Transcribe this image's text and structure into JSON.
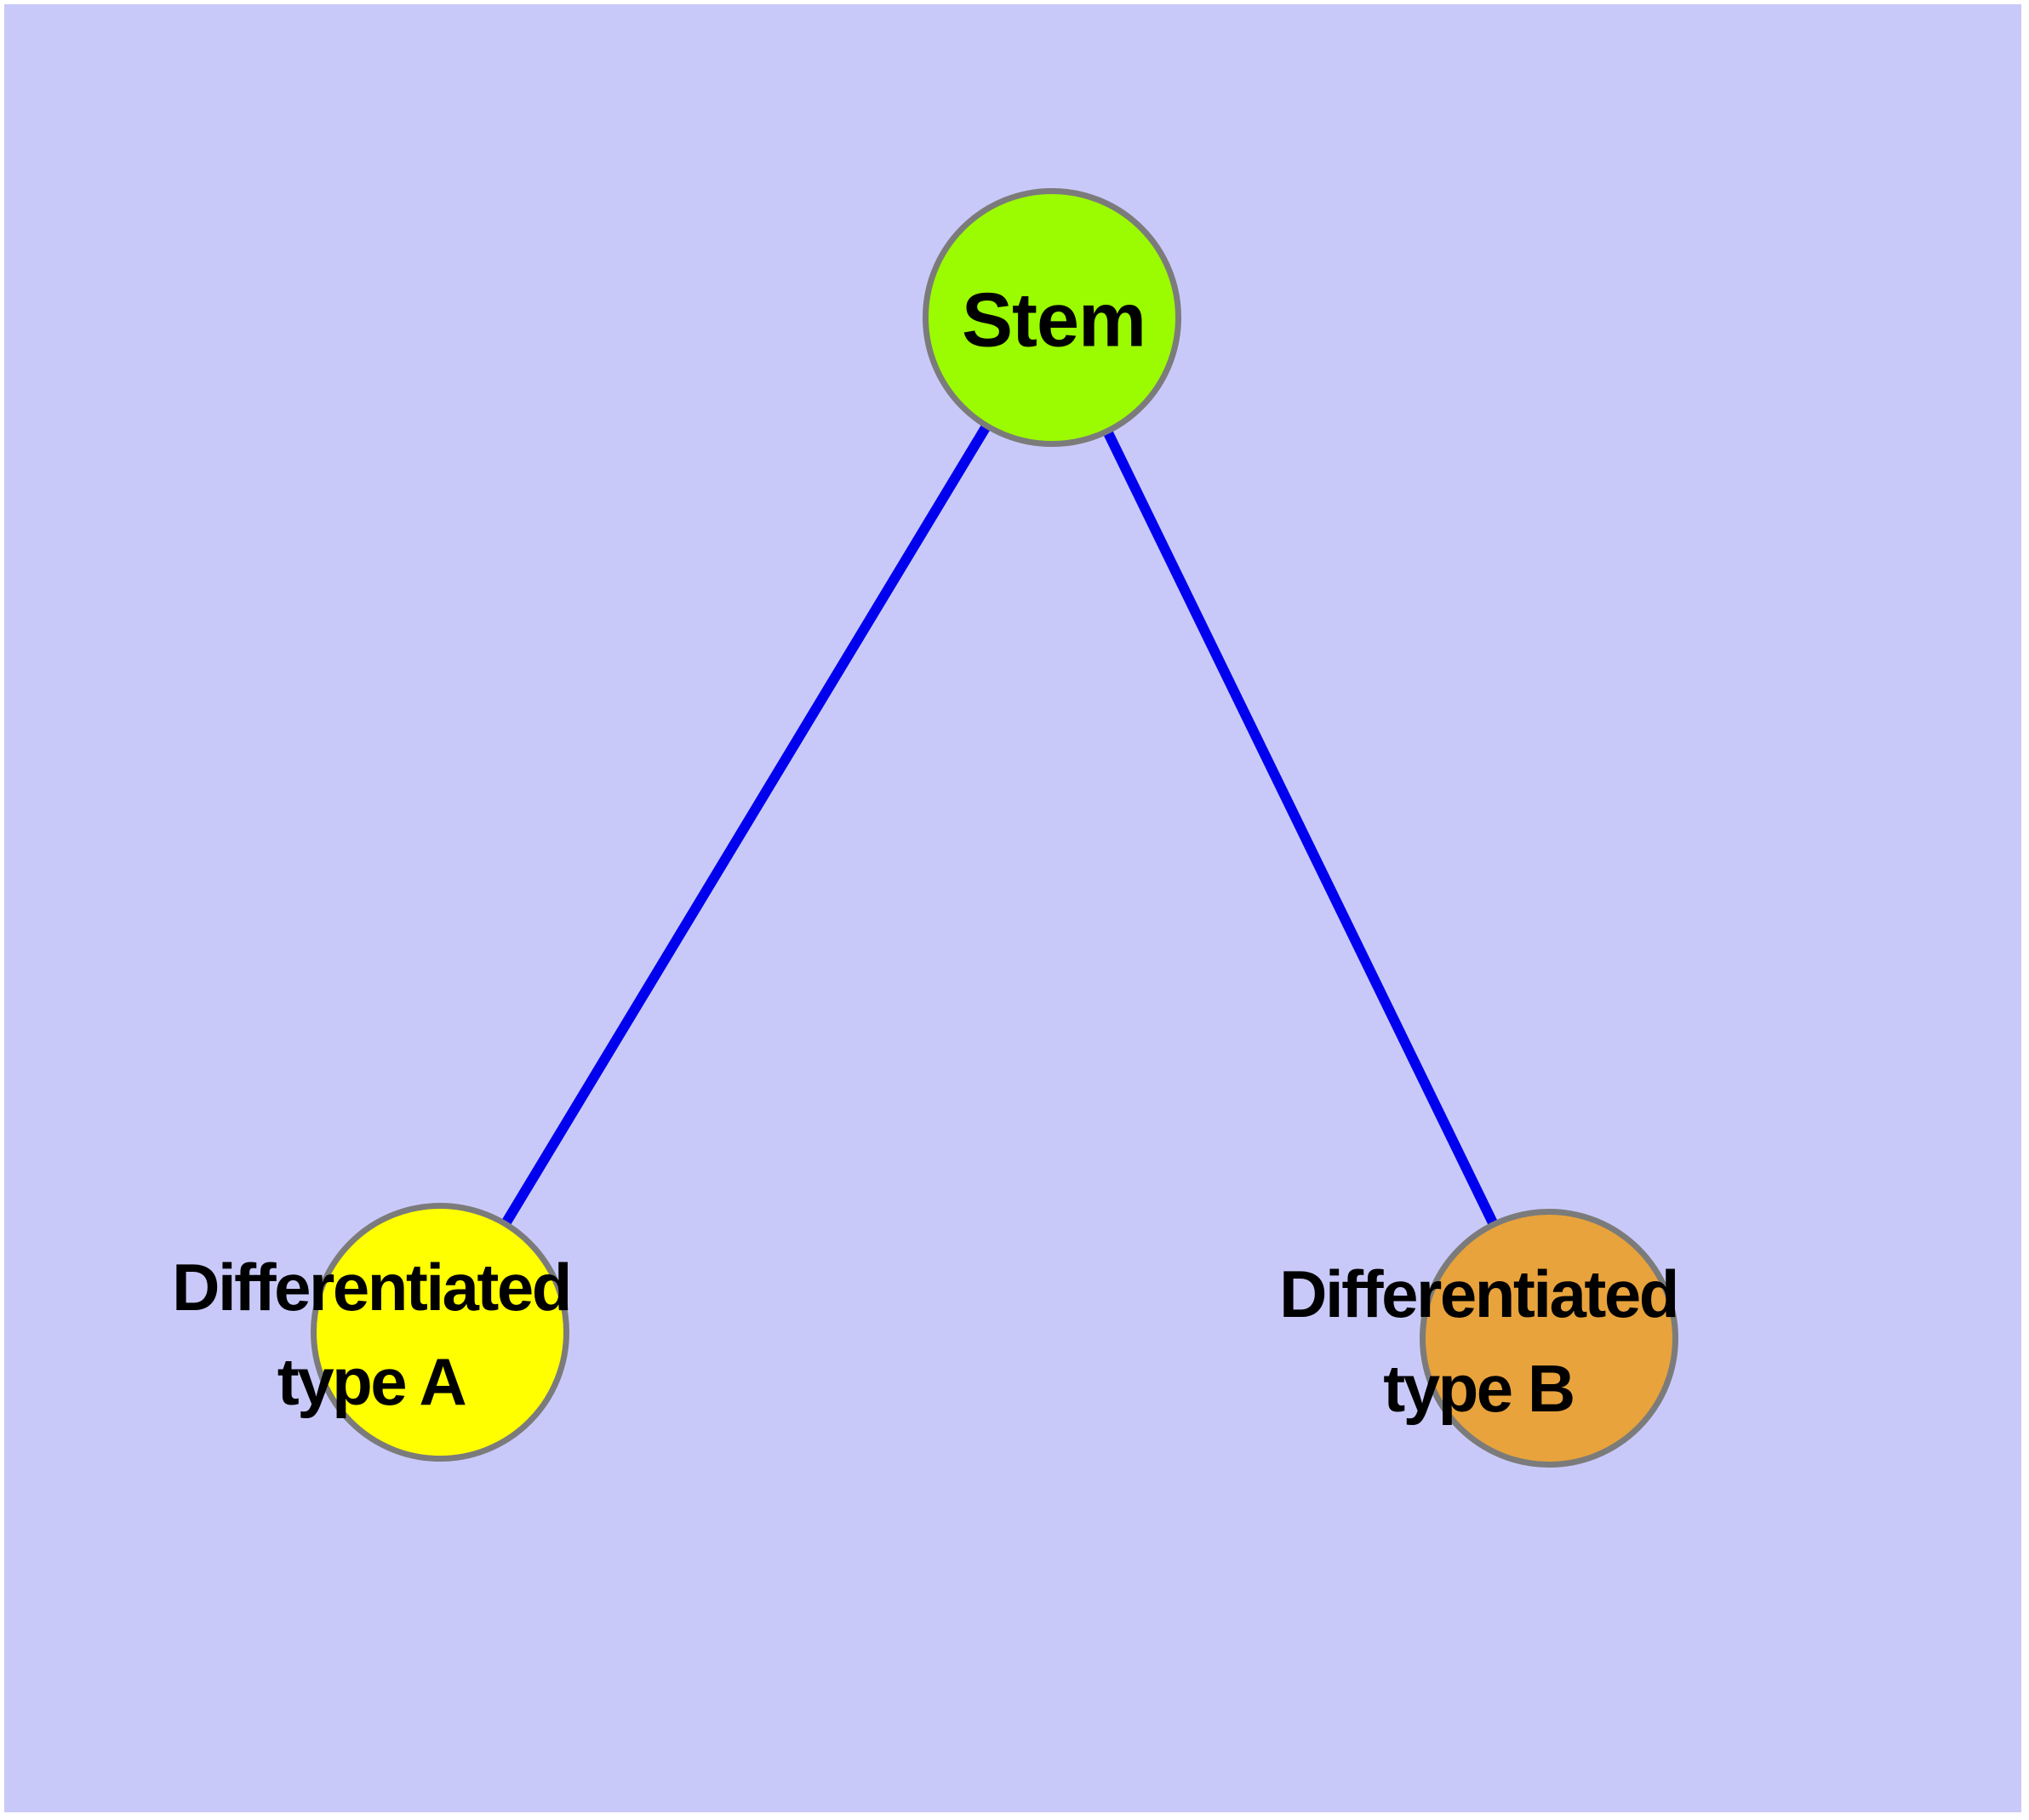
{
  "canvas": {
    "margin_color": "#ffffff",
    "background": "#c9c9f9"
  },
  "graph": {
    "type": "node-link-diagram",
    "edge_color": "#0000ee",
    "node_border_color": "#7b7b7b",
    "label_color": "#000000",
    "nodes": [
      {
        "id": "stem",
        "label": "Stem",
        "fill": "#9bfb00"
      },
      {
        "id": "differentiated-type-a",
        "label_line1": "Differentiated",
        "label_line2": "type A",
        "fill": "#ffff00"
      },
      {
        "id": "differentiated-type-b",
        "label_line1": "Differentiated",
        "label_line2": "type B",
        "fill": "#e8a33c"
      }
    ],
    "edges": [
      {
        "from": "Stem",
        "to": "Differentiated type A"
      },
      {
        "from": "Stem",
        "to": "Differentiated type B"
      }
    ]
  }
}
